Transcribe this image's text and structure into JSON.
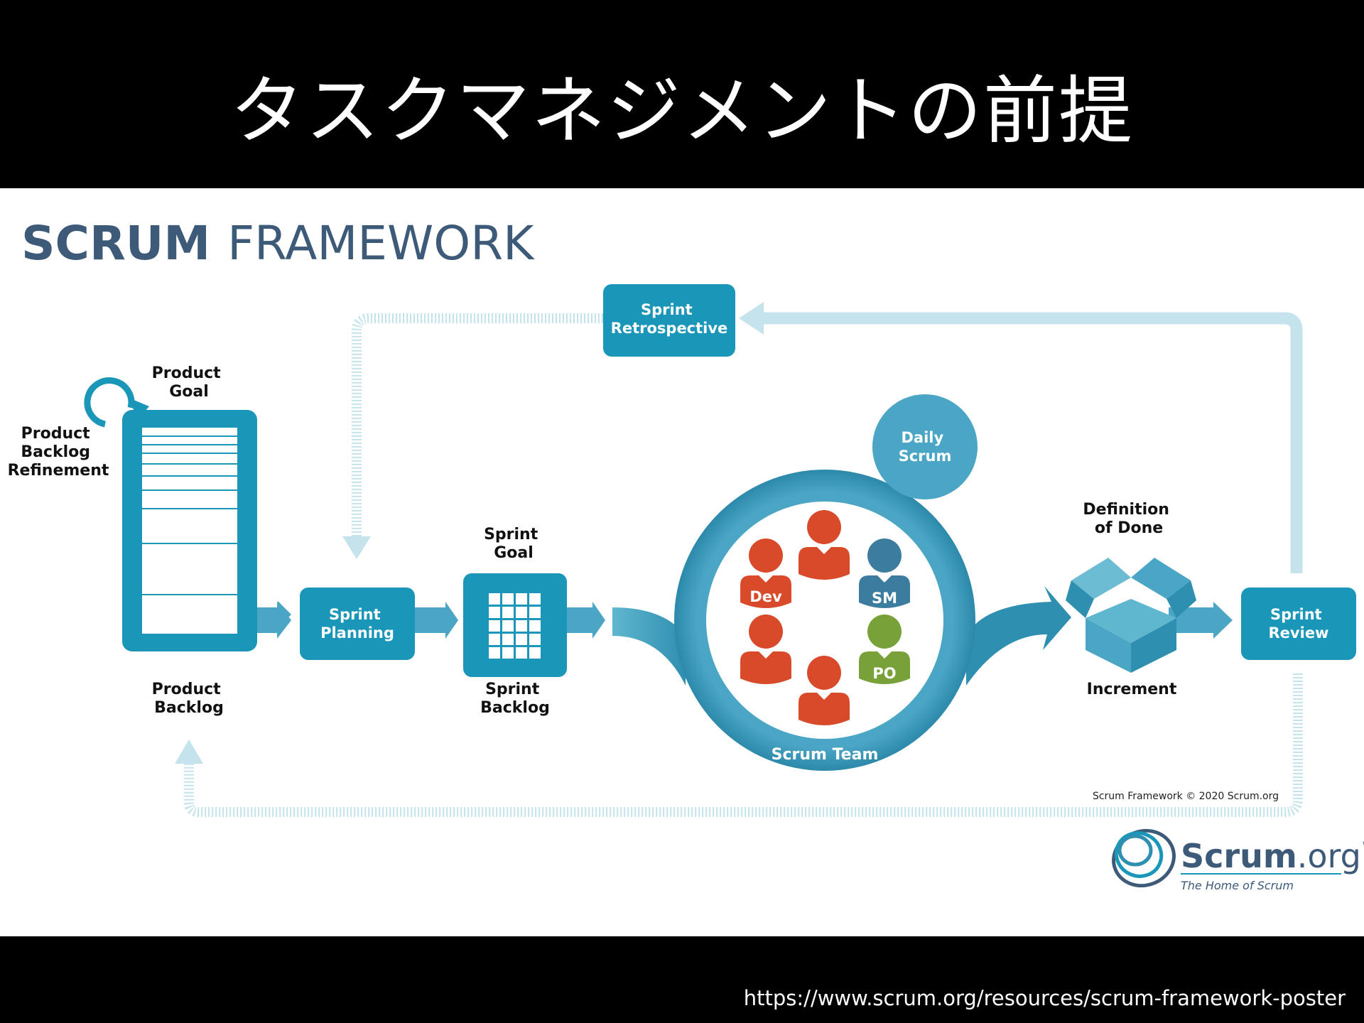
{
  "slide": {
    "title": "タスクマネジメントの前提",
    "source_url": "https://www.scrum.org/resources/scrum-framework-poster"
  },
  "diagram": {
    "heading_bold": "SCRUM",
    "heading_light": "FRAMEWORK",
    "product_goal": [
      "Product",
      "Goal"
    ],
    "backlog_refinement": [
      "Product",
      "Backlog",
      "Refinement"
    ],
    "product_backlog": [
      "Product",
      "Backlog"
    ],
    "sprint_planning": [
      "Sprint",
      "Planning"
    ],
    "sprint_goal": [
      "Sprint",
      "Goal"
    ],
    "sprint_backlog": [
      "Sprint",
      "Backlog"
    ],
    "sprint_retrospective": [
      "Sprint",
      "Retrospective"
    ],
    "daily_scrum": [
      "Daily",
      "Scrum"
    ],
    "scrum_team": "Scrum Team",
    "roles": {
      "dev": "Dev",
      "sm": "SM",
      "po": "PO"
    },
    "definition_of_done": [
      "Definition",
      "of Done"
    ],
    "increment": "Increment",
    "sprint_review": [
      "Sprint",
      "Review"
    ],
    "copyright": "Scrum Framework © 2020 Scrum.org",
    "logo": {
      "name": "Scrum",
      "suffix": ".org",
      "tm": "™",
      "tagline": "The Home of Scrum"
    }
  },
  "colors": {
    "teal": "#1a97b8",
    "light_teal": "#c5e3ec",
    "navy": "#3d5a78",
    "orange": "#d94a2b",
    "green": "#79a13a",
    "sm_blue": "#3c7d9f"
  }
}
